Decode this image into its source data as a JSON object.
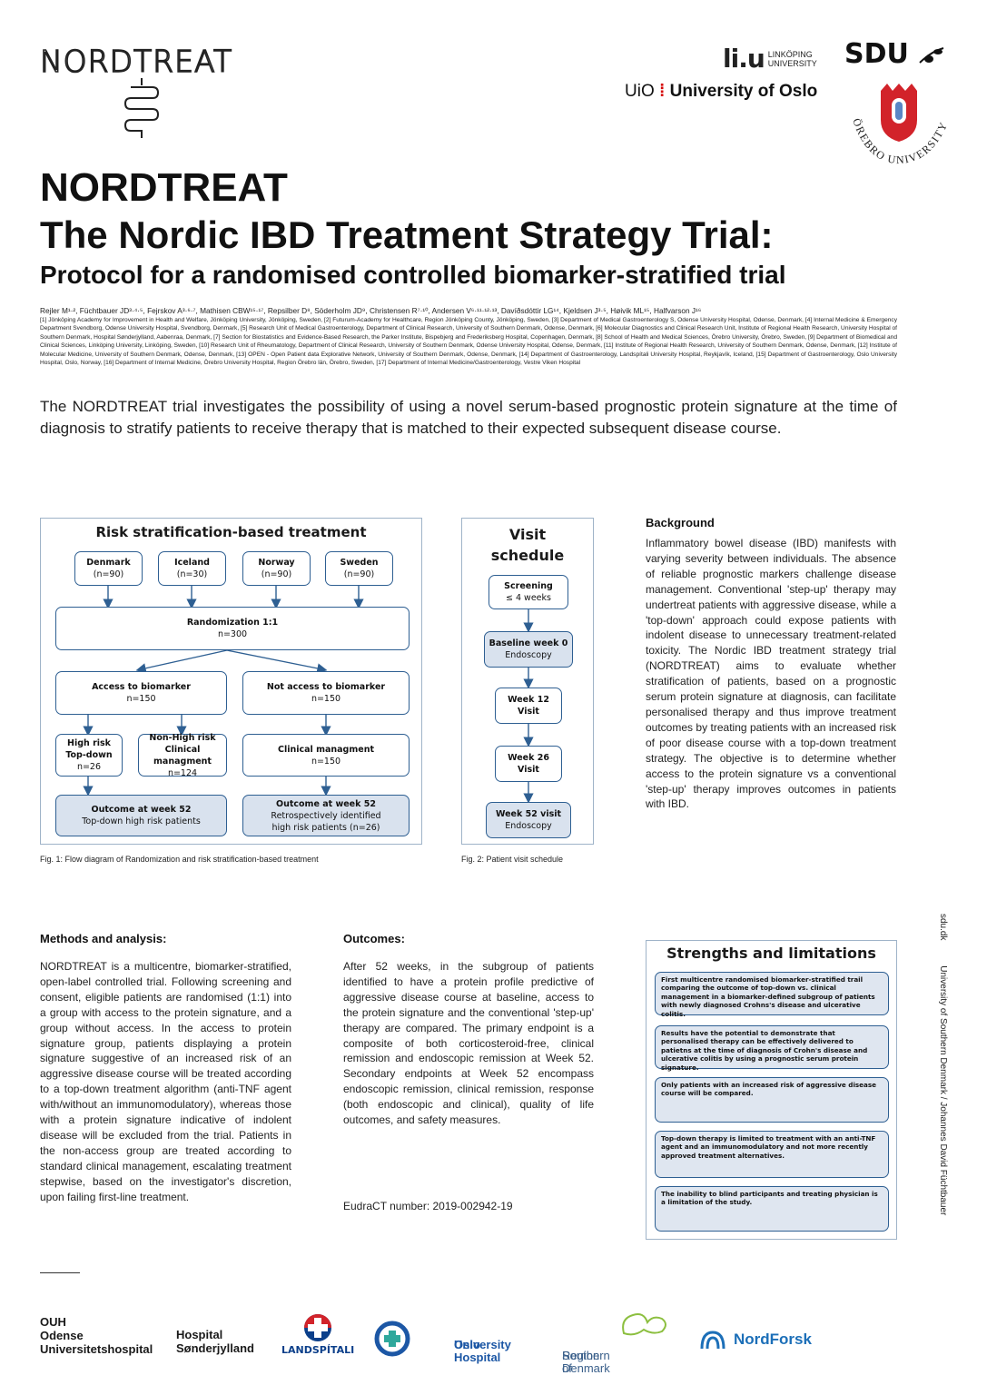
{
  "header": {
    "logo_text": "NORDTREAT",
    "liu_mark": "li.u",
    "liu_text": [
      "LINKÖPING",
      "UNIVERSITY"
    ],
    "sdu": "SDU",
    "uio_small": "UiO",
    "uio_name": "University of Oslo",
    "orebro_text": "ÖREBRO UNIVERSITY"
  },
  "title": {
    "line1": "NORDTREAT",
    "line2": "The Nordic IBD Treatment Strategy Trial:",
    "line3": "Protocol for a randomised controlled biomarker-stratified trial"
  },
  "authors": "Rejler M¹·², Füchtbauer JD³·⁴·⁵, Fejrskov A³·⁶·⁷, Mathisen CBW¹⁵·¹⁷, Repsilber D⁸, Söderholm JD⁹, Christensen R⁷·¹⁰, Andersen V⁶·¹¹·¹²·¹³, Davíðsdóttir LG¹⁴, Kjeldsen J³·⁵, Høivik ML¹⁵, Halfvarson J¹⁶",
  "affiliations": "[1] Jönköping Academy for Improvement in Health and Welfare, Jönköping University, Jönköping, Sweden, [2] Futurum-Academy for Healthcare, Region Jönköping County, Jönköping, Sweden, [3] Department of Medical Gastroenterology S, Odense University Hospital, Odense, Denmark, [4] Internal Medicine & Emergency Department Svendborg, Odense University Hospital, Svendborg, Denmark, [5] Research Unit of Medical Gastroenterology, Department of Clinical Research, University of Southern Denmark, Odense, Denmark, [6] Molecular Diagnostics and Clinical Research Unit, Institute of Regional Health Research, University Hospital of Southern Denmark, Hospital Sønderjylland, Aabenraa, Denmark, [7] Section for Biostatistics and Evidence-Based Research, the Parker Institute, Bispebjerg and Frederiksberg Hospital, Copenhagen, Denmark, [8] School of Health and Medical Sciences, Örebro University, Örebro, Sweden, [9] Department of Biomedical and Clinical Sciences, Linköping University, Linköping, Sweden, [10] Research Unit of Rheumatology, Department of Clinical Research, University of Southern Denmark, Odense University Hospital, Odense, Denmark, [11] Institute of Regional Health Research, University of Southern Denmark, Odense, Denmark, [12] Institute of Molecular Medicine, University of Southern Denmark, Odense, Denmark, [13] OPEN - Open Patient data Explorative Network, University of Southern Denmark, Odense, Denmark, [14] Department of Gastroenterology, Landspítali University Hospital, Reykjavík, Iceland, [15] Department of Gastroenterology, Oslo University Hospital, Oslo, Norway, [16] Department of Internal Medicine, Örebro University Hospital, Region Örebro län, Örebro, Sweden, [17] Department of Internal Medicine/Gastroenterology, Vestre Viken Hospital",
  "intro": "The NORDTREAT trial investigates the possibility of using a novel serum-based prognostic protein signature at the time of diagnosis to stratify patients to receive therapy that is matched to their expected subsequent disease course.",
  "fig1": {
    "title": "Risk stratification-based treatment",
    "countries": [
      {
        "name": "Denmark",
        "n": "(n=90)"
      },
      {
        "name": "Iceland",
        "n": "(n=30)"
      },
      {
        "name": "Norway",
        "n": "(n=90)"
      },
      {
        "name": "Sweden",
        "n": "(n=90)"
      }
    ],
    "randomization": {
      "label": "Randomization 1:1",
      "n": "n=300"
    },
    "access": {
      "label": "Access to biomarker",
      "n": "n=150"
    },
    "no_access": {
      "label": "Not access to biomarker",
      "n": "n=150"
    },
    "high_risk": {
      "l1": "High risk",
      "l2": "Top-down",
      "n": "n=26"
    },
    "non_high_risk": {
      "l1": "Non-High risk",
      "l2": "Clinical managment",
      "n": "n=124"
    },
    "clinical": {
      "label": "Clinical managment",
      "n": "n=150"
    },
    "outcome_left": {
      "l1": "Outcome at week 52",
      "l2": "Top-down high risk patients"
    },
    "outcome_right": {
      "l1": "Outcome at week 52",
      "l2": "Retrospectively identified",
      "l3": "high risk patients (n=26)"
    },
    "caption": "Fig. 1: Flow diagram of Randomization and risk stratification-based treatment"
  },
  "fig2": {
    "title1": "Visit",
    "title2": "schedule",
    "steps": [
      {
        "l1": "Screening",
        "l2": "≤ 4 weeks"
      },
      {
        "l1": "Baseline week 0",
        "l2": "Endoscopy"
      },
      {
        "l1": "Week 12",
        "l2": "Visit"
      },
      {
        "l1": "Week 26",
        "l2": "Visit"
      },
      {
        "l1": "Week 52 visit",
        "l2": "Endoscopy"
      }
    ],
    "caption": "Fig. 2: Patient visit schedule"
  },
  "background": {
    "heading": "Background",
    "text": "Inflammatory bowel disease (IBD) manifests with varying severity between individuals. The absence of reliable prognostic markers challenge disease management. Conventional 'step-up' therapy may undertreat patients with aggressive disease, while a 'top-down' approach could expose patients with indolent disease to unnecessary treatment-related toxicity. The Nordic IBD treatment strategy trial (NORDTREAT) aims to evaluate whether stratification of patients, based on a prognostic serum protein signature at diagnosis, can facilitate personalised therapy and thus improve treatment outcomes by treating patients with an increased risk of poor disease course with a top-down treatment strategy. The objective is to determine whether access to the protein signature vs a conventional 'step-up' therapy improves outcomes in patients with IBD."
  },
  "methods": {
    "heading": "Methods and analysis:",
    "text": "NORDTREAT is a multicentre, biomarker-stratified, open-label controlled trial. Following screening and consent, eligible patients are randomised (1:1) into a group with access to the protein signature, and a group without access. In the access to protein signature group, patients displaying a protein signature suggestive of an increased risk of an aggressive disease course will be treated according to a top-down treatment algorithm (anti-TNF agent with/without an immunomodulatory), whereas those with a protein signature indicative of indolent disease will be excluded from the trial. Patients in the non-access group are treated according to standard clinical management, escalating treatment stepwise, based on the investigator's discretion, upon failing first-line treatment."
  },
  "outcomes": {
    "heading": "Outcomes:",
    "text": "After 52 weeks, in the subgroup of patients identified to have a protein profile predictive of aggressive disease course at baseline, access to the protein signature and the conventional 'step-up' therapy are compared. The primary endpoint is a composite of both corticosteroid-free, clinical remission and endoscopic remission at Week 52. Secondary endpoints at Week 52 encompass endoscopic remission, clinical remission, response (both endoscopic and clinical), quality of life outcomes, and safety measures.",
    "eudract": "EudraCT number: 2019-002942-19"
  },
  "strengths": {
    "title": "Strengths and limitations",
    "items": [
      "First multicentre randomised biomarker-stratified trail comparing the outcome of top-down vs. clinical management in a biomarker-defined subgroup of patients with newly diagnosed Crohns's disease and ulcerative colitis.",
      "Results have the potential to demonstrate that personalised therapy can be effectively delivered to patietns at the time of diagnosis of Crohn's disease and ulcerative colitis by using a prognostic serum protein signature.",
      "Only patients with an increased risk of aggressive disease course will be compared.",
      "Top-down therapy is limited to treatment with an anti-TNF agent and an immunomodulatory and not more recently approved treatment alternatives.",
      "The inability to blind participants and treating physician is a limitation of the study."
    ]
  },
  "side_text": "sdu.dk          University of Southern Denmark / Johannes David Füchtbauer",
  "footer": {
    "ouh": [
      "OUH",
      "Odense",
      "Universitetshospital"
    ],
    "hsj": [
      "Hospital",
      "Sønderjylland"
    ],
    "landspitali": "LANDSPÍTALI",
    "ous": [
      "Oslo",
      "University Hospital"
    ],
    "rsd": [
      "Region of",
      "Southern Denmark"
    ],
    "nordforsk": "NordForsk"
  },
  "colors": {
    "box_border": "#2e5f92",
    "box_fill": "#d9e2ee",
    "frame": "#9fb3c8",
    "uio_red": "#d40000",
    "orebro_red": "#d2232a"
  }
}
